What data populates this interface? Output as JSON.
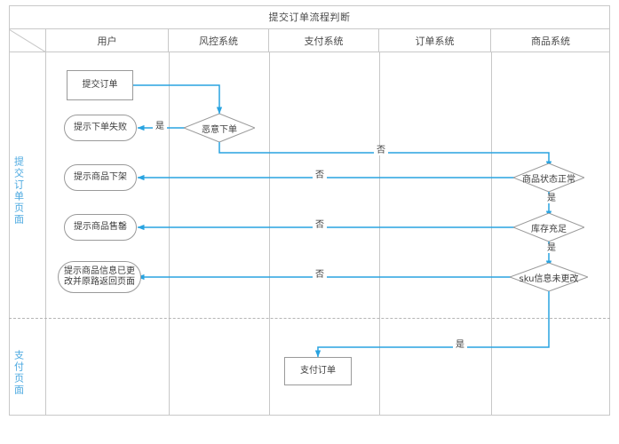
{
  "diagram": {
    "title": "提交订单流程判断",
    "columns": [
      {
        "key": "blank",
        "label": ""
      },
      {
        "key": "user",
        "label": "用户"
      },
      {
        "key": "risk",
        "label": "风控系统"
      },
      {
        "key": "pay",
        "label": "支付系统"
      },
      {
        "key": "order",
        "label": "订单系统"
      },
      {
        "key": "goods",
        "label": "商品系统"
      }
    ],
    "lanes": [
      {
        "key": "submit-page",
        "label": "提交订单页面"
      },
      {
        "key": "pay-page",
        "label": "支付页面"
      }
    ],
    "nodes": {
      "submit_order": "提交订单",
      "tip_order_failed": "提示下单失败",
      "malicious_order": "恶意下单",
      "tip_goods_offshelf": "提示商品下架",
      "tip_goods_soldout": "提示商品售罄",
      "tip_goods_changed_line1": "提示商品信息已更",
      "tip_goods_changed_line2": "改并原路返回页面",
      "goods_status_ok": "商品状态正常",
      "stock_enough": "库存充足",
      "sku_unchanged": "sku信息未更改",
      "pay_order": "支付订单"
    },
    "edge_labels": {
      "yes_malicious": "是",
      "no_malicious": "否",
      "no_goods_status": "否",
      "yes_goods_status": "是",
      "no_stock": "否",
      "yes_stock": "是",
      "no_sku": "否",
      "yes_sku": "是"
    },
    "colors": {
      "connector": "#29a3e0",
      "lane_label": "#4aa8e0",
      "node_border": "#9a9a9a",
      "grid": "#c8c8c8",
      "text": "#3c3c3c"
    }
  }
}
